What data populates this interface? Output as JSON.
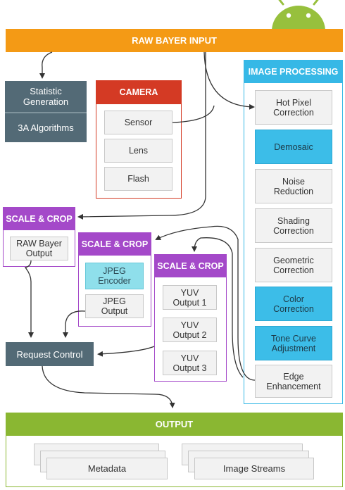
{
  "raw_input": {
    "label": "RAW BAYER INPUT"
  },
  "stats": {
    "statistic_generation": "Statistic\nGeneration",
    "algorithms_3a": "3A Algorithms"
  },
  "camera": {
    "title": "CAMERA",
    "items": [
      "Sensor",
      "Lens",
      "Flash"
    ]
  },
  "image_processing": {
    "title": "IMAGE PROCESSING",
    "steps": [
      "Hot Pixel\nCorrection",
      "Demosaic",
      "Noise\nReduction",
      "Shading\nCorrection",
      "Geometric\nCorrection",
      "Color\nCorrection",
      "Tone Curve\nAdjustment",
      "Edge\nEnhancement"
    ]
  },
  "scale_crop_1": {
    "title": "SCALE & CROP",
    "output": "RAW Bayer\nOutput"
  },
  "scale_crop_2": {
    "title": "SCALE & CROP",
    "encoder": "JPEG\nEncoder",
    "output": "JPEG\nOutput"
  },
  "scale_crop_3": {
    "title": "SCALE & CROP",
    "outputs": [
      "YUV\nOutput 1",
      "YUV\nOutput 2",
      "YUV\nOutput 3"
    ]
  },
  "request_control": {
    "label": "Request Control"
  },
  "output": {
    "label": "OUTPUT",
    "metadata": "Metadata",
    "image_streams": "Image Streams"
  },
  "colors": {
    "raw_bar": "#f49a15",
    "output_bar": "#8ab732",
    "slate": "#536a76",
    "camera": "#d43a24",
    "scale_crop": "#a449c9",
    "image_processing": "#36b8e6",
    "highlight_step": "#3cbde8",
    "jpeg_encoder": "#8fdfeb"
  }
}
